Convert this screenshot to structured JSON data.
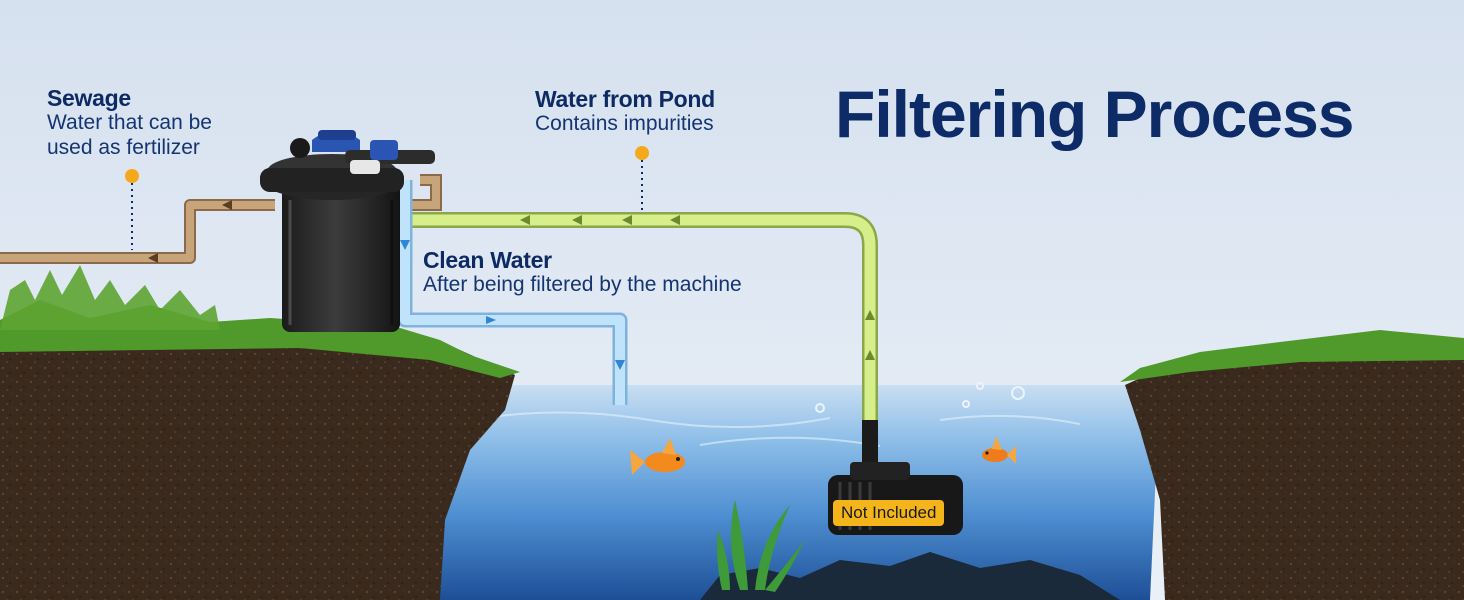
{
  "title": "Filtering Process",
  "labels": {
    "sewage": {
      "title": "Sewage",
      "line1": "Water that can be",
      "line2": "used as fertilizer"
    },
    "pond_water": {
      "title": "Water from Pond",
      "subtitle": "Contains impurities"
    },
    "clean_water": {
      "title": "Clean Water",
      "subtitle": "After being filtered by the machine"
    }
  },
  "badge": "Not Included",
  "colors": {
    "title": "#0d2b66",
    "sewage_pipe": "#c8a47a",
    "pond_pipe": "#d6ef8a",
    "clean_pipe": "#bfe3fb",
    "marker_dot": "#f4a91a",
    "badge": "#f3b51a",
    "soil": "#3a2a1e",
    "grass": "#4f9a2a",
    "water": "#5f9fd8"
  },
  "icons": [
    "filter-canister-icon",
    "pump-icon",
    "goldfish-icon",
    "seaweed-icon",
    "flow-arrow-icon"
  ]
}
